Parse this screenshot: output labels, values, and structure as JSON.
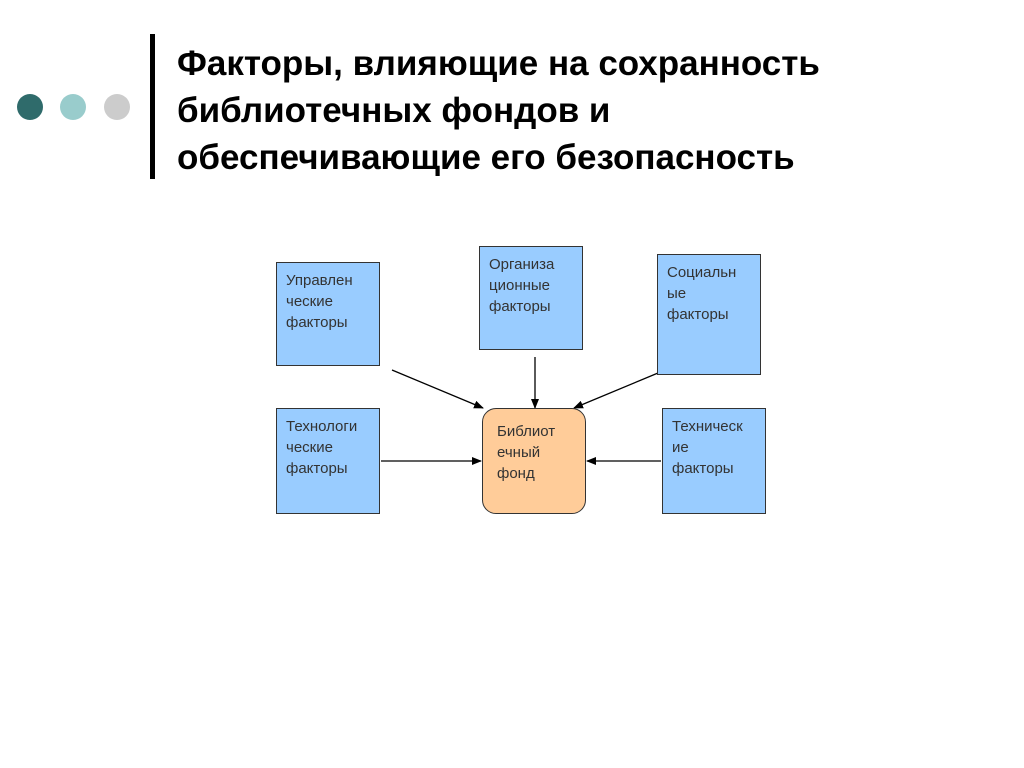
{
  "colors": {
    "dot_dark": "#2f6b6b",
    "dot_mid": "#99cccc",
    "dot_light": "#cccccc",
    "factor_fill": "#99ccff",
    "center_fill": "#ffcc99"
  },
  "title": {
    "lines": [
      "Факторы, влияющие на сохранность",
      "библиотечных фондов и",
      "обеспечивающие его безопасность"
    ]
  },
  "diagram": {
    "boxes": {
      "management": {
        "lines": [
          "Управлен",
          "ческие",
          "факторы"
        ]
      },
      "organizational": {
        "lines": [
          "Организа",
          "ционные",
          "факторы"
        ]
      },
      "social": {
        "lines": [
          "Социальн",
          "ые",
          "факторы"
        ]
      },
      "technological": {
        "lines": [
          "Технологи",
          "ческие",
          "факторы"
        ]
      },
      "technical": {
        "lines": [
          "Техническ",
          "ие",
          "факторы"
        ]
      },
      "center": {
        "lines": [
          "Библиот",
          "ечный",
          "фонд"
        ]
      }
    }
  }
}
